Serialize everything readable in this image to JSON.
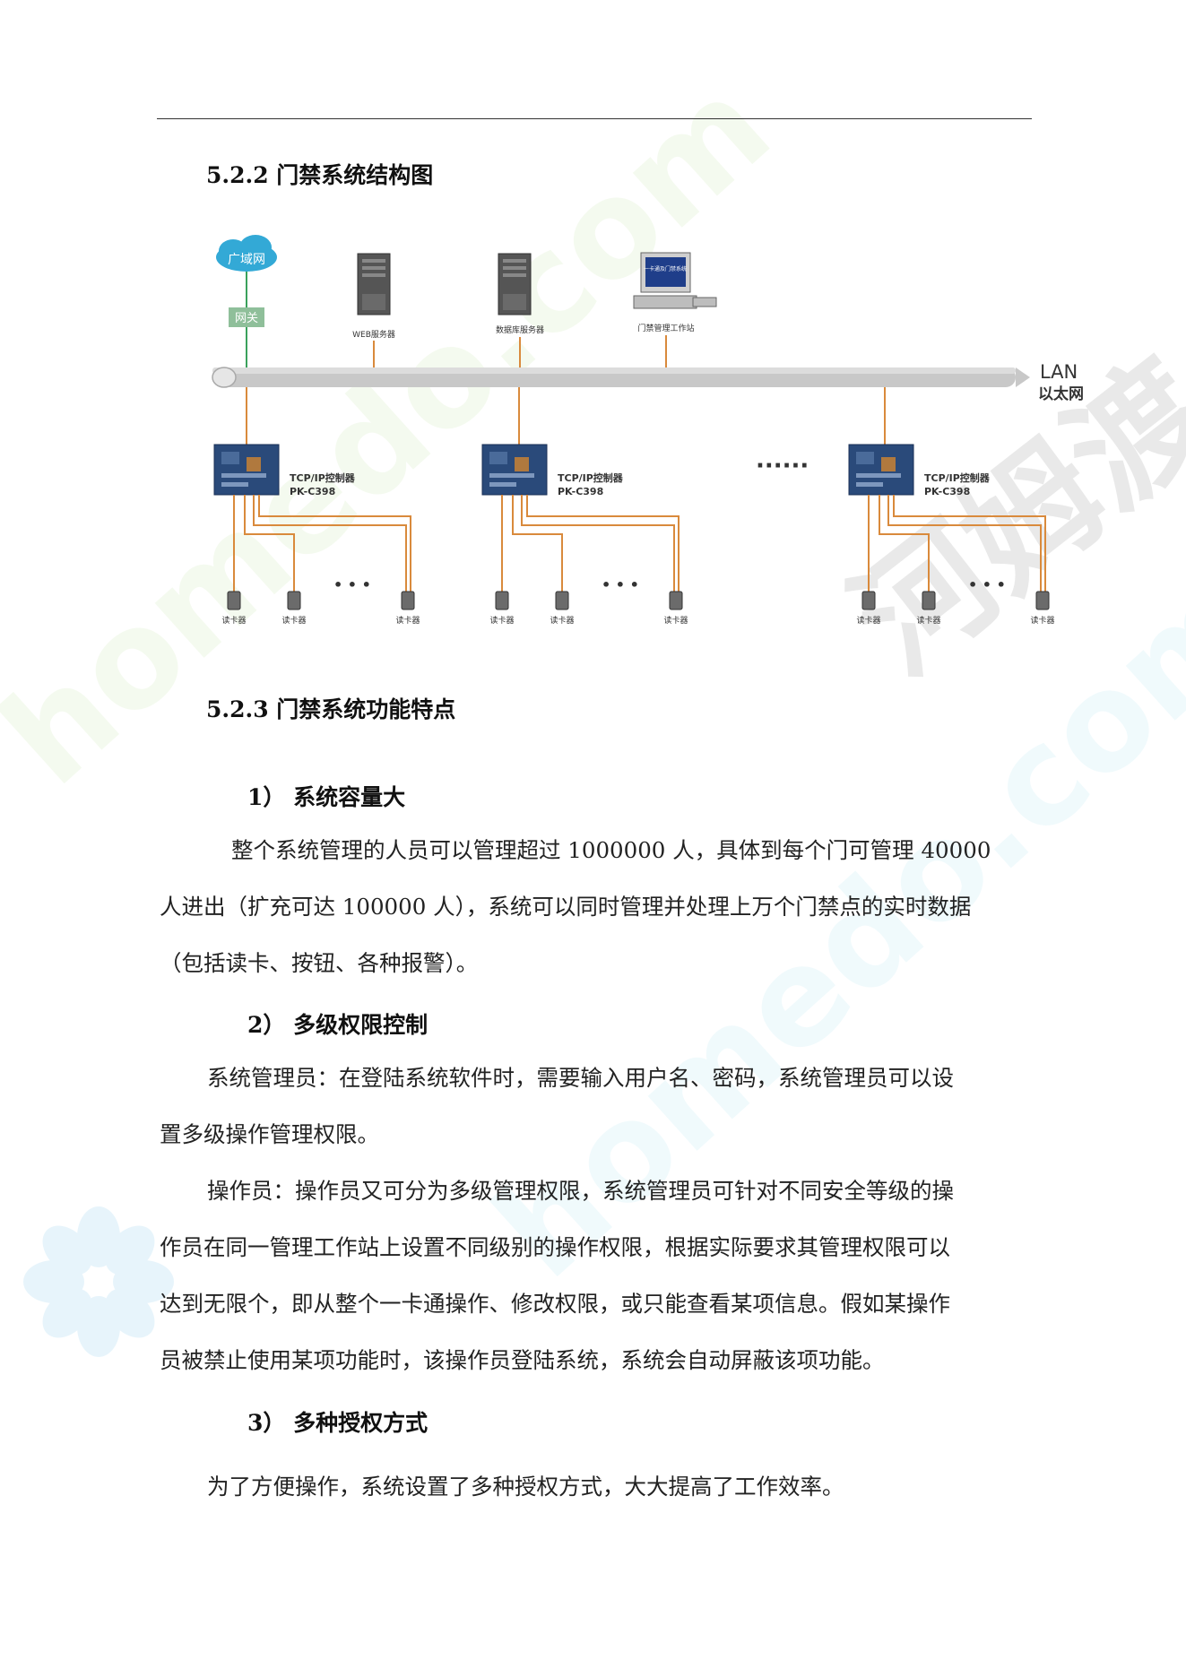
{
  "section_522": {
    "title": "5.2.2 门禁系统结构图"
  },
  "diagram": {
    "wan_label": "广域网",
    "gateway_label": "网关",
    "web_server_label": "WEB服务器",
    "db_server_label": "数据库服务器",
    "workstation_label": "门禁管理工作站",
    "workstation_screen_text": "一卡通及门禁系统",
    "lan_label": "LAN",
    "lan_label_cn": "以太网",
    "controller_line1": "TCP/IP控制器",
    "controller_line2": "PK-C398",
    "controllers_ellipsis": "······",
    "readers_ellipsis": "• • •",
    "reader_label": "读卡器",
    "colors": {
      "line": "#d98a3c",
      "bus": "#c8c8c8",
      "board": "#2a4a7a",
      "gateway": "#8fbf9a",
      "wan": "#33a9d6",
      "wan_link": "#3aa15c"
    }
  },
  "section_523": {
    "title": "5.2.3 门禁系统功能特点"
  },
  "features": [
    {
      "heading": "1） 系统容量大",
      "lines": [
        "整个系统管理的人员可以管理超过 1000000 人，具体到每个门可管理 40000",
        "人进出（扩充可达 100000 人），系统可以同时管理并处理上万个门禁点的实时数据",
        "（包括读卡、按钮、各种报警）。"
      ]
    },
    {
      "heading": "2） 多级权限控制",
      "p1": [
        "系统管理员：在登陆系统软件时，需要输入用户名、密码，系统管理员可以设",
        "置多级操作管理权限。"
      ],
      "p2": [
        "操作员：操作员又可分为多级管理权限，系统管理员可针对不同安全等级的操",
        "作员在同一管理工作站上设置不同级别的操作权限，根据实际要求其管理权限可以",
        "达到无限个，即从整个一卡通操作、修改权限，或只能查看某项信息。假如某操作",
        "员被禁止使用某项功能时，该操作员登陆系统，系统会自动屏蔽该项功能。"
      ]
    },
    {
      "heading": "3） 多种授权方式",
      "lines": [
        "为了方便操作，系统设置了多种授权方式，大大提高了工作效率。"
      ]
    }
  ],
  "watermarks": {
    "text1": "homedo.com",
    "text2": "河姆渡"
  }
}
